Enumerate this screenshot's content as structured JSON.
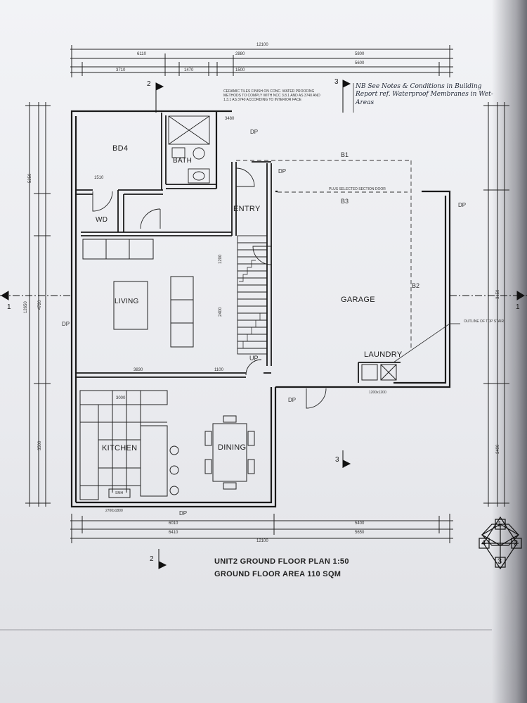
{
  "rooms": {
    "bd4": "BD4",
    "bath": "BATH",
    "wd": "WD",
    "entry": "ENTRY",
    "living": "LIVING",
    "garage": "GARAGE",
    "laundry": "LAUNDRY",
    "kitchen": "KITCHEN",
    "dining": "DINING"
  },
  "markers": {
    "dp": "DP",
    "up": "UP",
    "b1": "B1",
    "b2": "B2",
    "b3": "B3",
    "section_1": "1",
    "section_2": "2",
    "section_3": "3"
  },
  "notes": {
    "handwritten_note": "NB See Notes & Conditions in Building Report ref. Waterproof Membranes in Wet-Areas",
    "tile_note": "CERAMIC TILES FINISH ON CONC. WATER PROOFING METHODS TO COMPLY WITH NCC 3.8.1 AND AS 3740 AND 1.3.1 AS 3740 ACCORDING TO INTERIOR FACE",
    "garage_door": "PLUS SELECTED SECTION DOOR",
    "outline_top_stair": "OUTLINE OF TOP STAIR"
  },
  "dimensions": {
    "top_overall": "12100",
    "top_a": "6110",
    "top_b": "2880",
    "top_c": "5800",
    "top_d": "3710",
    "top_e": "1470",
    "top_f": "1500",
    "top_g": "5600",
    "bottom_overall": "12100",
    "bottom_a": "6410",
    "bottom_b": "5650",
    "bottom_c": "6010",
    "bottom_d": "5400",
    "bath_w": "3480",
    "wd_w": "1510",
    "living_w": "3830",
    "living_e": "1100",
    "kitchen_w": "3000",
    "stair_h": "2400",
    "entry_h": "1200",
    "left_a": "5250",
    "left_b": "12650",
    "left_c": "4720",
    "left_d": "3500",
    "right_a": "3490",
    "right_b": "3150",
    "window_1": "2700x1800",
    "window_2": "1200x1200"
  },
  "misc": {
    "smh": "SMH"
  },
  "compass": {
    "n1": "1",
    "n2": "2",
    "n3": "3",
    "n4": "4"
  },
  "title": {
    "line1": "UNIT2 GROUND FLOOR PLAN  1:50",
    "line2": "GROUND FLOOR AREA  110 SQM"
  }
}
